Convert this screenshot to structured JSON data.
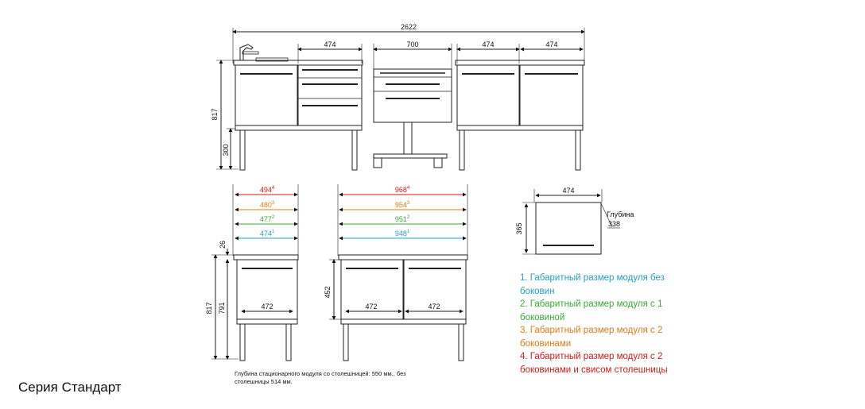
{
  "colors": {
    "c1": "#1f9fcf",
    "c2": "#3aa935",
    "c3": "#e07b17",
    "c4": "#d11a1a"
  },
  "top_view": {
    "total_width": "2622",
    "dims": [
      "474",
      "700",
      "474",
      "474"
    ],
    "height": "817",
    "leg_height": "300"
  },
  "side_view_left": {
    "widths": [
      {
        "value": "494",
        "sup": "4",
        "color": "c4"
      },
      {
        "value": "480",
        "sup": "3",
        "color": "c3"
      },
      {
        "value": "477",
        "sup": "2",
        "color": "c2"
      },
      {
        "value": "474",
        "sup": "1",
        "color": "c1"
      }
    ],
    "top_offset": "26",
    "height_total": "817",
    "height_body": "791",
    "inner_width": "472"
  },
  "side_view_right": {
    "widths": [
      {
        "value": "968",
        "sup": "4",
        "color": "c4"
      },
      {
        "value": "954",
        "sup": "3",
        "color": "c3"
      },
      {
        "value": "951",
        "sup": "2",
        "color": "c2"
      },
      {
        "value": "948",
        "sup": "1",
        "color": "c1"
      }
    ],
    "door_height": "452",
    "inner_widths": [
      "472",
      "472"
    ]
  },
  "wall_module": {
    "width": "474",
    "height": "365",
    "depth_label": "Глубина",
    "depth_value": "338"
  },
  "legend": [
    {
      "text": "1. Габаритный размер модуля без боковин",
      "color": "c1"
    },
    {
      "text": "2. Габаритный размер модуля с 1 боковиной",
      "color": "c2"
    },
    {
      "text": "3. Габаритный размер модуля с 2 боковинами",
      "color": "c3"
    },
    {
      "text": "4. Габаритный размер модуля с 2 боковинами и свисом столешницы",
      "color": "c4"
    }
  ],
  "note": "Глубина стационарного модуля со столешницей: 550 мм., без столешницы 514 мм.",
  "series_title": "Серия Стандарт"
}
